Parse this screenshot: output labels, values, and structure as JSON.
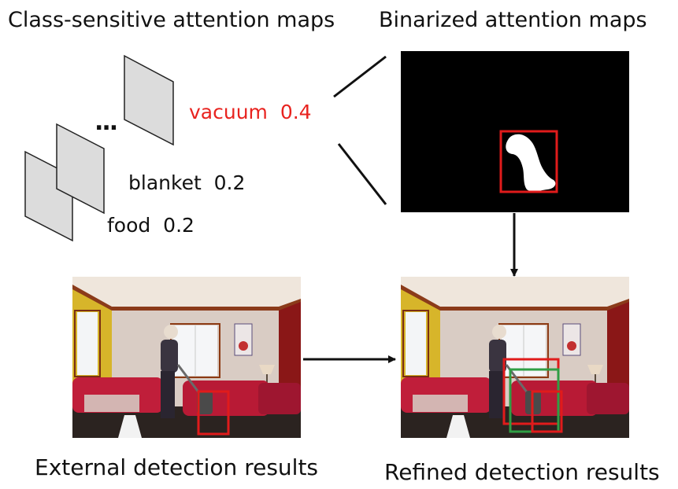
{
  "titles": {
    "attention_maps": "Class-sensitive attention maps",
    "binarized_maps": "Binarized attention maps",
    "external_results": "External detection results",
    "refined_results": "Refined detection results"
  },
  "class_scores": [
    {
      "label": "vacuum",
      "score": "0.4",
      "color": "#e8231f"
    },
    {
      "label": "blanket",
      "score": "0.2",
      "color": "#111111"
    },
    {
      "label": "food",
      "score": "0.2",
      "color": "#111111"
    }
  ],
  "ellipsis": "...",
  "colors": {
    "red_box": "#e01b1b",
    "green_box": "#2f9e44",
    "map_fill": "#dcdcdc",
    "binarized_bg": "#000000"
  }
}
